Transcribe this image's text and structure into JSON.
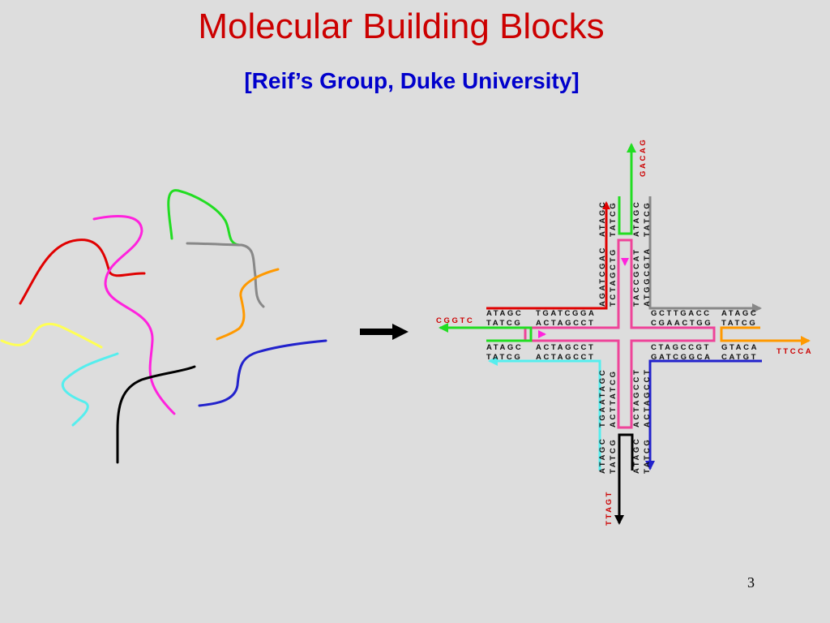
{
  "slide": {
    "title": "Molecular Building Blocks",
    "subtitle": "[Reif’s Group, Duke University]",
    "page_number": "3"
  },
  "colors": {
    "title": "#cc0000",
    "subtitle": "#0000cc",
    "background": "#dddddd",
    "strand_red": "#e00000",
    "strand_magenta": "#ff22dd",
    "strand_green": "#22dd22",
    "strand_gray": "#888888",
    "strand_orange": "#ff9900",
    "strand_yellow": "#ffff55",
    "strand_cyan": "#55eeee",
    "strand_black": "#000000",
    "strand_blue": "#2222cc",
    "core_pink": "#ee4499"
  },
  "diagram": {
    "sticky_ends": {
      "top": "GACAG",
      "left": "CGGTC",
      "right": "TTCCA",
      "bottom": "TTAGT"
    },
    "left_arm": {
      "upper_outer_top": "ATAGC",
      "upper_outer_bottom": "TATCG",
      "upper_inner_top": "TGATCGGA",
      "upper_inner_bottom": "ACTAGCCT",
      "lower_outer_top": "ATAGC",
      "lower_outer_bottom": "TATCG",
      "lower_inner_top": "ACTAGCCT",
      "lower_inner_bottom": "ACTAGCCT"
    },
    "right_arm": {
      "upper_inner_top": "GCTTGACC",
      "upper_inner_bottom": "CGAACTGG",
      "upper_outer_top": "ATAGC",
      "upper_outer_bottom": "TATCG",
      "lower_inner_top": "CTAGCCGT",
      "lower_inner_bottom": "GATCGGCA",
      "lower_outer_top": "GTACA",
      "lower_outer_bottom": "CATGT"
    },
    "top_arm": {
      "left_outer_a": "ATAGC",
      "left_outer_b": "TATCG",
      "left_inner_a": "AGATCGAC",
      "left_inner_b": "TCTAGCTG",
      "right_outer_a": "ATAGC",
      "right_outer_b": "TATCG",
      "right_inner_a": "TACCGCAT",
      "right_inner_b": "ATGGCGTA"
    },
    "bottom_arm": {
      "left_inner_a": "TGAATAGC",
      "left_inner_b": "ACTTATCG",
      "left_outer_a": "ATAGC",
      "left_outer_b": "TATCG",
      "right_inner_a": "ACTAGCCT",
      "right_inner_b": "ACTAGCCT",
      "right_outer_a": "ATAGC",
      "right_outer_b": "TATCG"
    }
  }
}
